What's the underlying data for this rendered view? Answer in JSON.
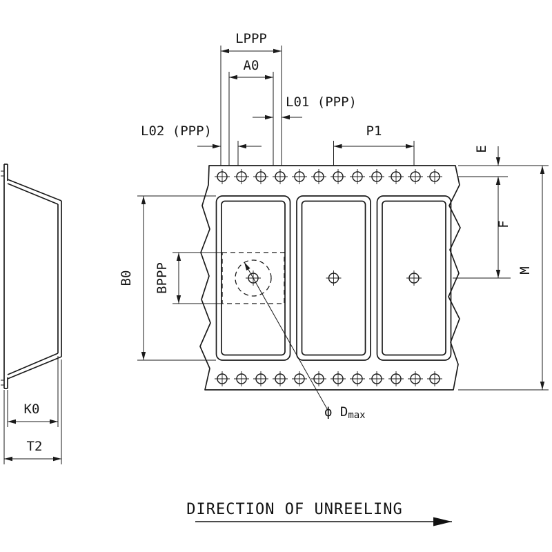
{
  "drawing": {
    "labels": {
      "lppp": "LPPP",
      "a0": "A0",
      "l01": "L01 (PPP)",
      "l02": "L02 (PPP)",
      "p1": "P1",
      "e": "E",
      "f": "F",
      "m": "M",
      "b0": "B0",
      "bppp": "BPPP",
      "k0": "K0",
      "t2": "T2",
      "dia": "ϕ D",
      "dia_sub": "max"
    },
    "caption": "DIRECTION OF UNREELING"
  }
}
